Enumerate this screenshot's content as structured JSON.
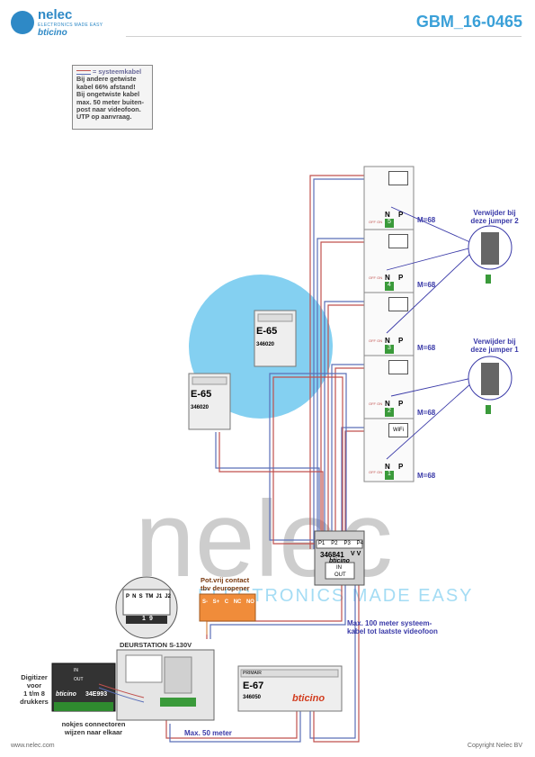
{
  "header": {
    "brand": "nelec",
    "brand_sub": "ELECTRONICS MADE EASY",
    "brand_partner": "bticino",
    "doc_code": "GBM_16-0465"
  },
  "note": {
    "legend": "= systeemkabel",
    "lines": [
      "Bij andere getwiste",
      "kabel 66% afstand!",
      "Bij ongetwiste kabel",
      "max. 50 meter buiten-",
      "post naar videofoon.",
      "UTP op aanvraag."
    ]
  },
  "watermark": {
    "word": "nelec",
    "tagline": "ELECTRONICS MADE EASY"
  },
  "monitors": [
    {
      "number": "5",
      "m_label": "M=68"
    },
    {
      "number": "4",
      "m_label": "M=68"
    },
    {
      "number": "3",
      "m_label": "M=68"
    },
    {
      "number": "2",
      "m_label": "M=68"
    },
    {
      "number": "1",
      "m_label": "M=68",
      "screen": "WiFi"
    }
  ],
  "monitor_labels": {
    "n": "N",
    "p": "P",
    "offon": "OFF ON"
  },
  "jumpers": [
    {
      "label_1": "Verwijder bij",
      "label_2": "deze jumper 2"
    },
    {
      "label_1": "Verwijder bij",
      "label_2": "deze jumper 1"
    }
  ],
  "e65_units": [
    {
      "name": "E-65",
      "code": "346020"
    },
    {
      "name": "E-65",
      "code": "346020"
    }
  ],
  "distributor": {
    "ports": [
      "P1",
      "P2",
      "P3",
      "P4"
    ],
    "code": "346841",
    "vv": "V V",
    "brand": "bticino",
    "in": "IN",
    "out": "OUT"
  },
  "notes": {
    "max100_1": "Max. 100 meter systeem-",
    "max100_2": "kabel tot laatste videofoon",
    "max50": "Max. 50 meter",
    "potvrij_1": "Pot.vrij contact",
    "potvrij_2": "tbv deuropener"
  },
  "relay_terminals": [
    "S-",
    "S+",
    "C",
    "NC",
    "NO"
  ],
  "door_station": {
    "title": "DEURSTATION S-130V",
    "terminals": [
      "P",
      "N",
      "S",
      "TM",
      "J1",
      "J2"
    ],
    "bottom": [
      "1",
      "9"
    ]
  },
  "digitizer": {
    "label": [
      "Digitizer",
      "voor",
      "1 t/m 8",
      "drukkers"
    ],
    "code": "34E993",
    "brand": "bticino",
    "in": "IN",
    "out": "OUT",
    "nokjes_1": "nokjes connectoren",
    "nokjes_2": "wijzen naar elkaar"
  },
  "e67": {
    "name": "E-67",
    "code": "346050",
    "brand": "bticino",
    "primaire": "PRIMAIR"
  },
  "footer": {
    "left": "www.nelec.com",
    "right": "Copyright Nelec BV"
  },
  "colors": {
    "accent": "#3aa0d8",
    "cable_blue": "#5a6fb8",
    "cable_red": "#c0504d",
    "cable_orange": "#e0a060",
    "label_blue": "#3a3aa8",
    "relay_orange": "#f08c3a"
  }
}
